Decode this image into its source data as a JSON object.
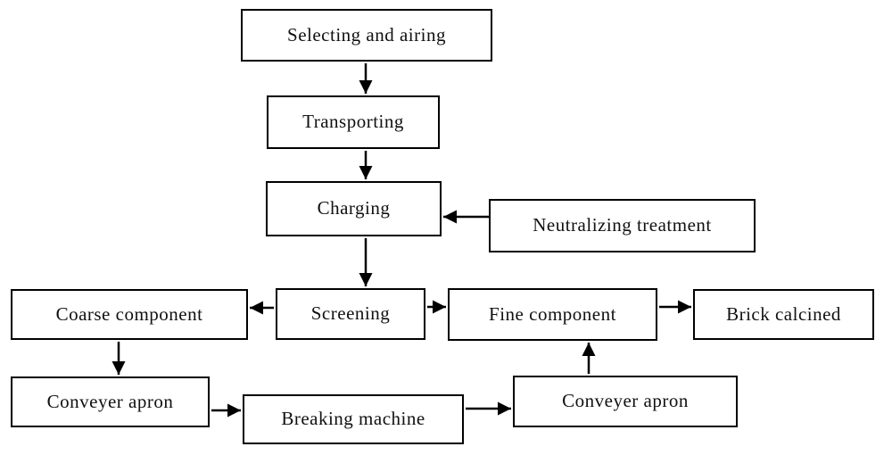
{
  "diagram": {
    "type": "flowchart",
    "background_color": "#ffffff",
    "line_color": "#000000",
    "text_color": "#111111",
    "nodes": {
      "selecting_airing": "Selecting and airing",
      "transporting": "Transporting",
      "charging": "Charging",
      "neutralizing_treatment": "Neutralizing treatment",
      "coarse_component": "Coarse component",
      "screening": "Screening",
      "fine_component": "Fine component",
      "brick_calcined": "Brick calcined",
      "conveyer_apron_left": "Conveyer apron",
      "breaking_machine": "Breaking machine",
      "conveyer_apron_right": "Conveyer apron"
    },
    "edges": [
      {
        "from": "selecting_airing",
        "to": "transporting",
        "direction": "down"
      },
      {
        "from": "transporting",
        "to": "charging",
        "direction": "down"
      },
      {
        "from": "neutralizing_treatment",
        "to": "charging",
        "direction": "left"
      },
      {
        "from": "charging",
        "to": "screening",
        "direction": "down"
      },
      {
        "from": "screening",
        "to": "coarse_component",
        "direction": "left"
      },
      {
        "from": "screening",
        "to": "fine_component",
        "direction": "right"
      },
      {
        "from": "fine_component",
        "to": "brick_calcined",
        "direction": "right"
      },
      {
        "from": "coarse_component",
        "to": "conveyer_apron_left",
        "direction": "down"
      },
      {
        "from": "conveyer_apron_left",
        "to": "breaking_machine",
        "direction": "right"
      },
      {
        "from": "breaking_machine",
        "to": "conveyer_apron_right",
        "direction": "right"
      },
      {
        "from": "conveyer_apron_right",
        "to": "fine_component",
        "direction": "up"
      }
    ]
  }
}
